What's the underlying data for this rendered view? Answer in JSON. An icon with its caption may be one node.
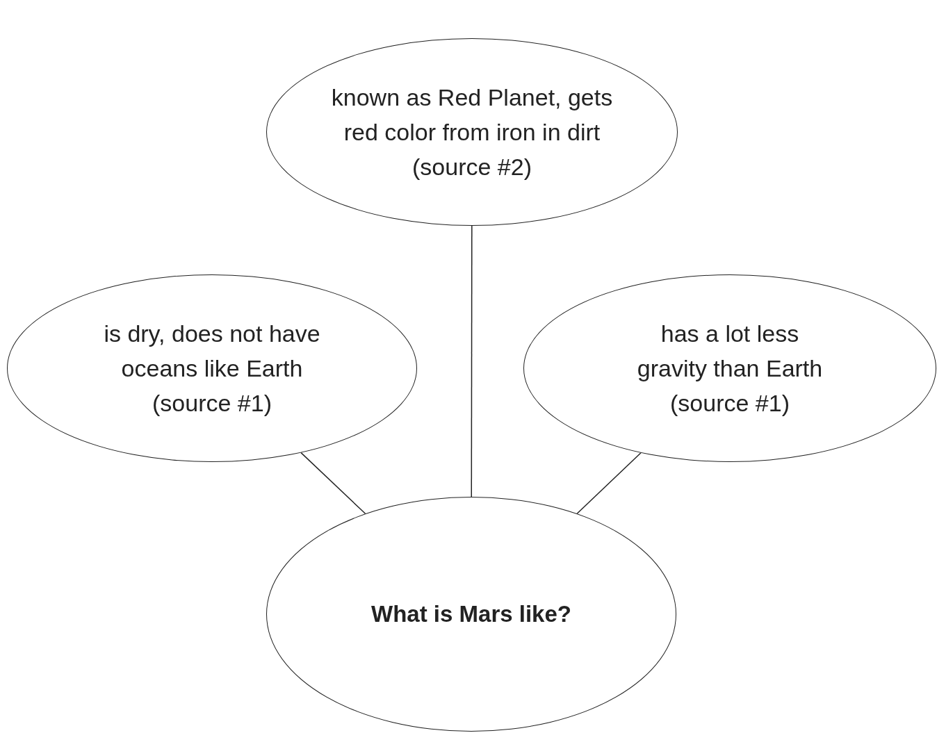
{
  "diagram": {
    "nodes": [
      {
        "text": [
          "known as Red Planet, gets red color from iron in dirt",
          "(source #2)"
        ]
      },
      {
        "text": [
          "is dry, does not have oceans like Earth",
          "(source #1)"
        ]
      },
      {
        "text": [
          "has a lot less gravity than Earth",
          "(source #1)"
        ]
      },
      {
        "text": [
          "What is Mars like?"
        ]
      }
    ],
    "edges": [
      {
        "from": 3,
        "to": 0,
        "arrow": "none"
      },
      {
        "from": 3,
        "to": 1,
        "arrow": "none"
      },
      {
        "from": 3,
        "to": 2,
        "arrow": "none"
      }
    ]
  }
}
